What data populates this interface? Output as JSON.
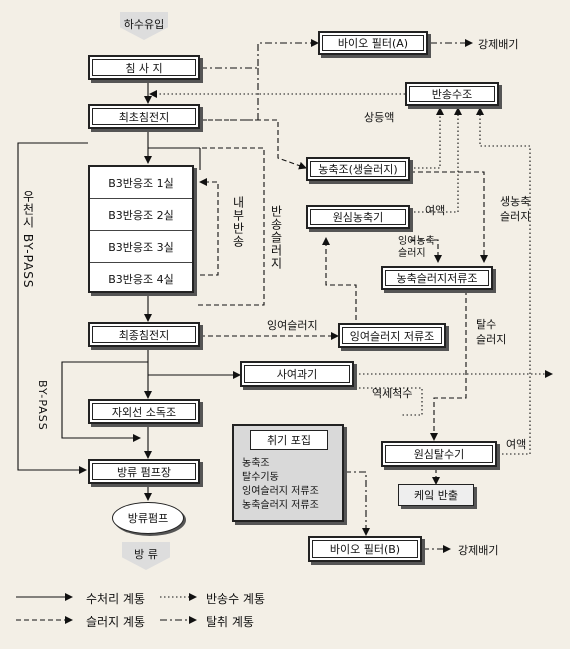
{
  "nodes": {
    "inflow": "하수유입",
    "screen": "침 사 지",
    "primary": "최초침전지",
    "bio_filter_a": "바이오 필터(A)",
    "exhaust_a": "강제배기",
    "return_water": "반송수조",
    "thickener": "농축조(생슬러지)",
    "centrifugal_thickener": "원심농축기",
    "thick_storage": "농축슬러지저류조",
    "reactors": [
      "B3반응조 1실",
      "B3반응조 2실",
      "B3반응조 3실",
      "B3반응조 4실"
    ],
    "final": "최종침전지",
    "excess_storage": "잉여슬러지 저류조",
    "sand_filter": "사여과기",
    "uv": "자외선 소독조",
    "pump_station": "방류 펌프장",
    "pump": "방류펌프",
    "outflow": "방 류",
    "dewatering": "원심탈수기",
    "cake": "케잌 반출",
    "bio_filter_b": "바이오 필터(B)",
    "exhaust_b": "강제배기"
  },
  "collection": {
    "title": "취기 포집",
    "items": [
      "농축조",
      "탈수기동",
      "잉여슬러지 저류조",
      "농축슬러지 저류조"
    ]
  },
  "labels": {
    "supernatant": "상등액",
    "overflow1": "여액",
    "excess_thick_sludge": "잉여농축\n슬러지",
    "raw_thick_sludge": "생농축\n슬러지",
    "return_sludge": "반송슬러지",
    "excess_sludge": "잉여슬러지",
    "dewater_sludge": "탈수\n슬러지",
    "backwash": "역세척수",
    "overflow2": "여액",
    "internal_return": "내부반송",
    "rain_bypass": "우천시 BY-PASS",
    "bypass": "BY-PASS"
  },
  "legend": [
    {
      "style": "solid",
      "label": "수처리 계통"
    },
    {
      "style": "dotted",
      "label": "반송수 계통"
    },
    {
      "style": "dashed",
      "label": "슬러지 계통"
    },
    {
      "style": "dashdot",
      "label": "탈취 계통"
    }
  ],
  "colors": {
    "background": "#f3efe6",
    "line": "#111111",
    "box_shadow": "#555555",
    "collect_fill": "#d9d9d9"
  }
}
